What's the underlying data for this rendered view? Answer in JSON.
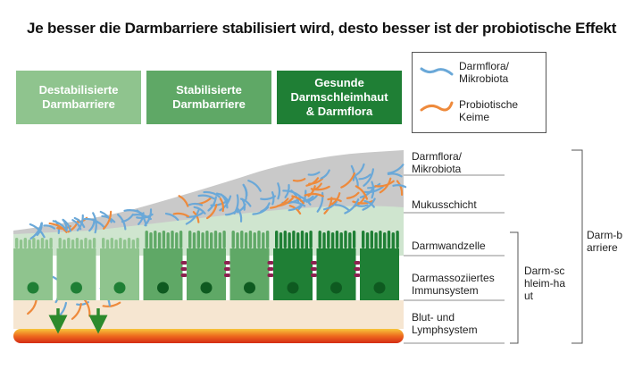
{
  "title": "Je besser die Darmbarriere stabilisiert wird, desto besser ist der probiotische Effekt",
  "stages": [
    {
      "label": "Destabilisierte Darmbarriere",
      "color": "#8fc48e"
    },
    {
      "label": "Stabilisierte Darmbarriere",
      "color": "#5fa866"
    },
    {
      "label": "Gesunde Darmschleimhaut & Darmflora",
      "color": "#1f7f35"
    }
  ],
  "legend": [
    {
      "label": "Darmflora/ Mikrobiota",
      "color": "#6aa8d8"
    },
    {
      "label": "Probiotische Keime",
      "color": "#ee8a3c"
    }
  ],
  "layers": [
    {
      "label": "Darmflora/ Mikrobiota"
    },
    {
      "label": "Mukusschicht"
    },
    {
      "label": "Darmwandzelle"
    },
    {
      "label": "Darmassoziiertes Immunsystem"
    },
    {
      "label": "Blut- und Lymphsystem"
    }
  ],
  "brackets": {
    "schleimhaut": "Darm-schleim-haut",
    "barriere": "Darm-barriere"
  }
}
